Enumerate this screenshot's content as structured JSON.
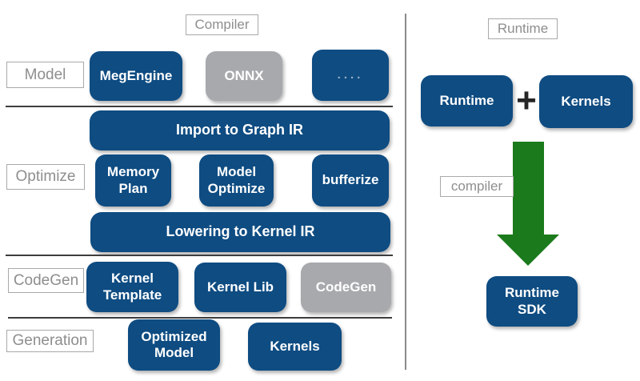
{
  "colors": {
    "box_blue": "#0E4C82",
    "box_gray": "#A7A9AC",
    "arrow_green": "#1B7A1B",
    "label_text": "#8E8E8E",
    "divider": "#3D3D3D"
  },
  "compiler": {
    "title": "Compiler",
    "stage_labels": {
      "model": "Model",
      "optimize": "Optimize",
      "codegen": "CodeGen",
      "generation": "Generation"
    },
    "boxes": {
      "megengine": "MegEngine",
      "onnx": "ONNX",
      "more": "....",
      "import_ir": "Import to Graph IR",
      "memory_plan": "Memory Plan",
      "model_optimize": "Model Optimize",
      "bufferize": "bufferize",
      "lowering_ir": "Lowering to Kernel IR",
      "kernel_template": "Kernel Template",
      "kernel_lib": "Kernel Lib",
      "codegen": "CodeGen",
      "optimized_model": "Optimized Model",
      "kernels": "Kernels"
    }
  },
  "runtime": {
    "title": "Runtime",
    "plus": "+",
    "arrow_label": "compiler",
    "boxes": {
      "runtime": "Runtime",
      "kernels": "Kernels",
      "runtime_sdk": "Runtime SDK"
    }
  }
}
